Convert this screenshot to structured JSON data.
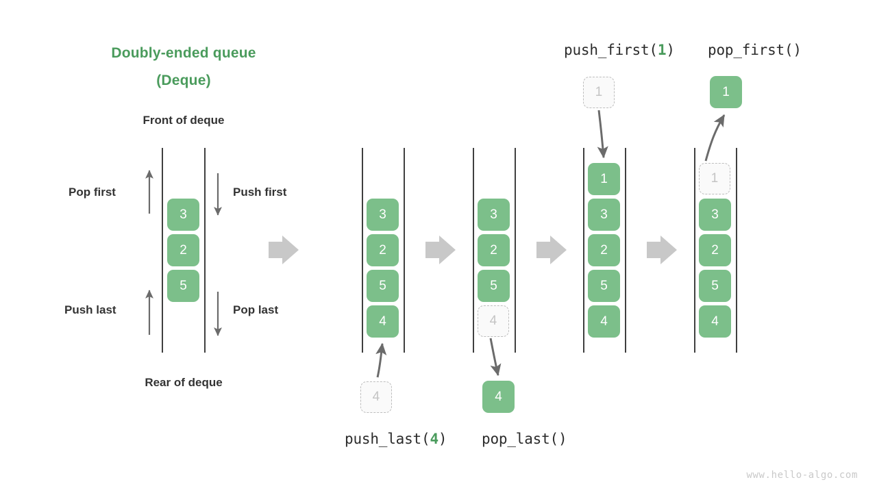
{
  "title": {
    "line1": "Doubly-ended queue",
    "line2": "(Deque)",
    "color": "#4a9b5c"
  },
  "labels": {
    "front": "Front of deque",
    "rear": "Rear of deque",
    "pop_first": "Pop first",
    "push_first": "Push first",
    "push_last": "Push last",
    "pop_last": "Pop last"
  },
  "operations": {
    "push_first": {
      "name": "push_first(",
      "arg": "1",
      "close": ")"
    },
    "pop_first": {
      "name": "pop_first()",
      "arg": "",
      "close": ""
    },
    "push_last": {
      "name": "push_last(",
      "arg": "4",
      "close": ")"
    },
    "pop_last": {
      "name": "pop_last()",
      "arg": "",
      "close": ""
    }
  },
  "colors": {
    "cell_green": "#7cbf8a",
    "accent_green": "#4a9b5c",
    "ghost_fill": "#fafafa",
    "ghost_border": "#bdbdbd",
    "ghost_text": "#c4c4c4",
    "rail": "#3f3f3f",
    "arrow_gray": "#6b6b6b",
    "block_arrow": "#c8c8c8",
    "text": "#333333",
    "watermark": "#c9c9c9"
  },
  "stages": [
    {
      "id": "stage-0",
      "name": "initial-deque",
      "cells": [
        "3",
        "2",
        "5"
      ],
      "ghost_top": null,
      "ghost_bottom": null
    },
    {
      "id": "stage-1",
      "name": "after-push-last",
      "cells": [
        "3",
        "2",
        "5",
        "4"
      ],
      "ghost_top": null,
      "ghost_bottom": null
    },
    {
      "id": "stage-2",
      "name": "before-pop-last",
      "cells": [
        "3",
        "2",
        "5"
      ],
      "ghost_top": null,
      "ghost_bottom": "4"
    },
    {
      "id": "stage-3",
      "name": "after-push-first",
      "cells": [
        "1",
        "3",
        "2",
        "5",
        "4"
      ],
      "ghost_top": null,
      "ghost_bottom": null
    },
    {
      "id": "stage-4",
      "name": "before-pop-first",
      "cells": [
        "3",
        "2",
        "5",
        "4"
      ],
      "ghost_top": "1",
      "ghost_bottom": null
    }
  ],
  "floating_cells": {
    "push_last_source": "4",
    "pop_last_result": "4",
    "push_first_source": "1",
    "pop_first_result": "1"
  },
  "watermark": "www.hello-algo.com"
}
